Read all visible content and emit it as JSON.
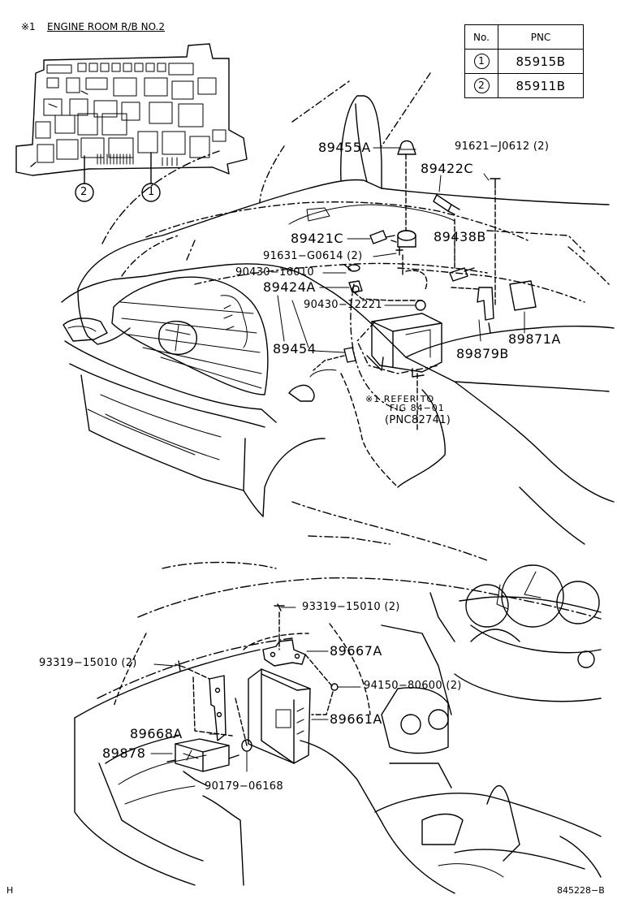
{
  "header": {
    "note_mark": "※1",
    "title": "ENGINE ROOM R/B NO.2"
  },
  "pnc_table": {
    "columns": [
      "No.",
      "PNC"
    ],
    "rows": [
      {
        "no": "1",
        "pnc": "85915B"
      },
      {
        "no": "2",
        "pnc": "85911B"
      }
    ]
  },
  "relay_box_callouts": [
    "2",
    "1"
  ],
  "engine_parts": {
    "p89455A": "89455A",
    "p91621": "91621−J0612 (2)",
    "p89422C": "89422C",
    "p89421C": "89421C",
    "p89438B": "89438B",
    "p91631": "91631−G0614 (2)",
    "p90430_16010": "90430−16010",
    "p89424A": "89424A",
    "p90430_12221": "90430−12221",
    "p89454": "89454",
    "p89879B": "89879B",
    "p89871A": "89871A"
  },
  "refer_note": {
    "line1": "※1 REFER TO",
    "line2": "FIG 84−01",
    "line3": "(PNC82741)"
  },
  "dash_parts": {
    "p93319_top": "93319−15010 (2)",
    "p89667A": "89667A",
    "p93319_left": "93319−15010 (2)",
    "p94150": "94150−80600 (2)",
    "p89661A": "89661A",
    "p89668A": "89668A",
    "p89878": "89878",
    "p90179": "90179−06168"
  },
  "footer": {
    "left_code": "H",
    "right_code": "845228−B"
  }
}
